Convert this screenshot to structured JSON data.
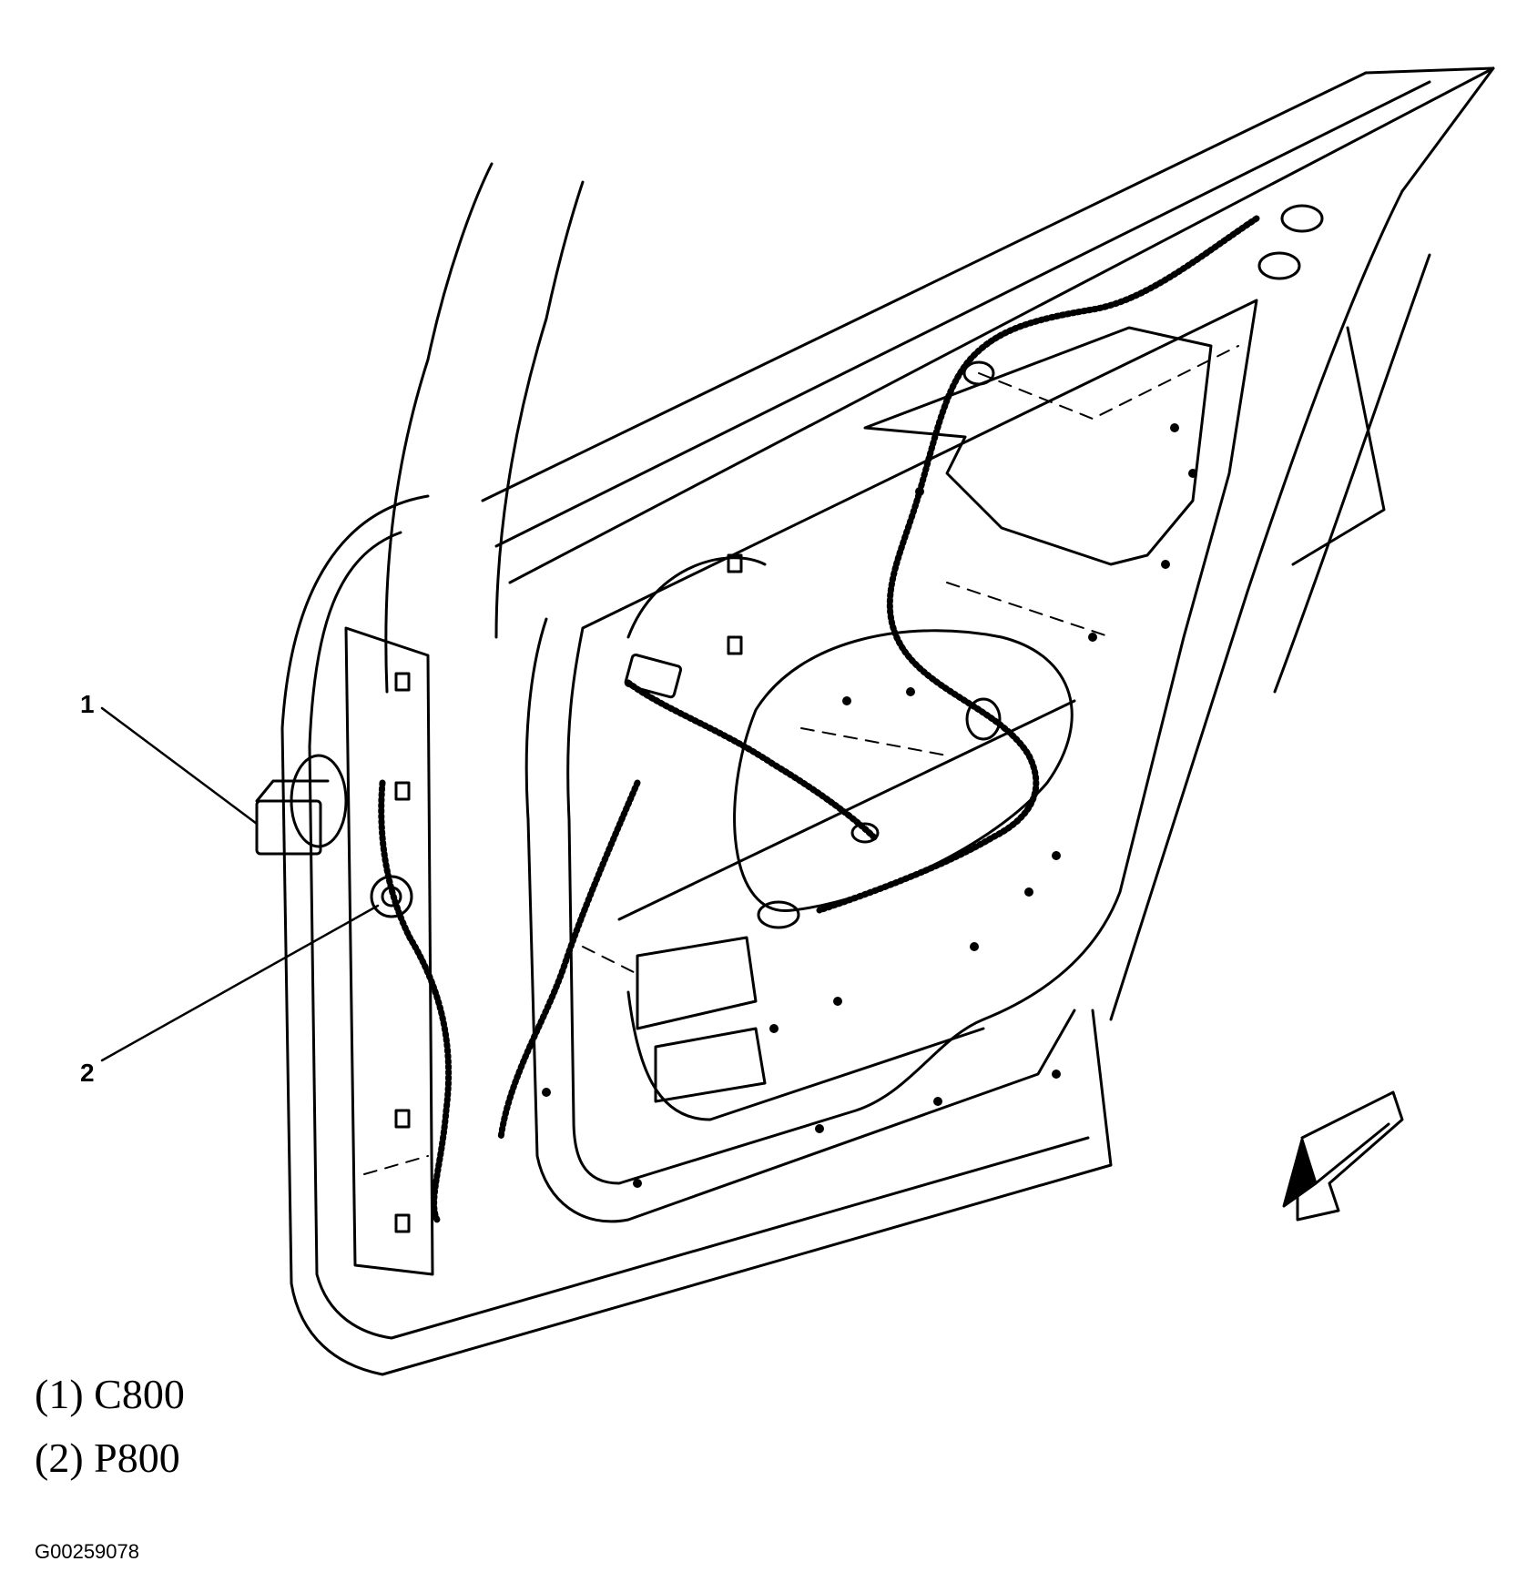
{
  "callouts": [
    {
      "number": "1",
      "part": "C800"
    },
    {
      "number": "2",
      "part": "P800"
    }
  ],
  "legend": [
    "(1) C800",
    "(2) P800"
  ],
  "figure_id": "G00259078",
  "icons": {
    "view_arrow": "view-direction-arrow-icon"
  },
  "colors": {
    "ink": "#000000",
    "paper": "#ffffff"
  }
}
